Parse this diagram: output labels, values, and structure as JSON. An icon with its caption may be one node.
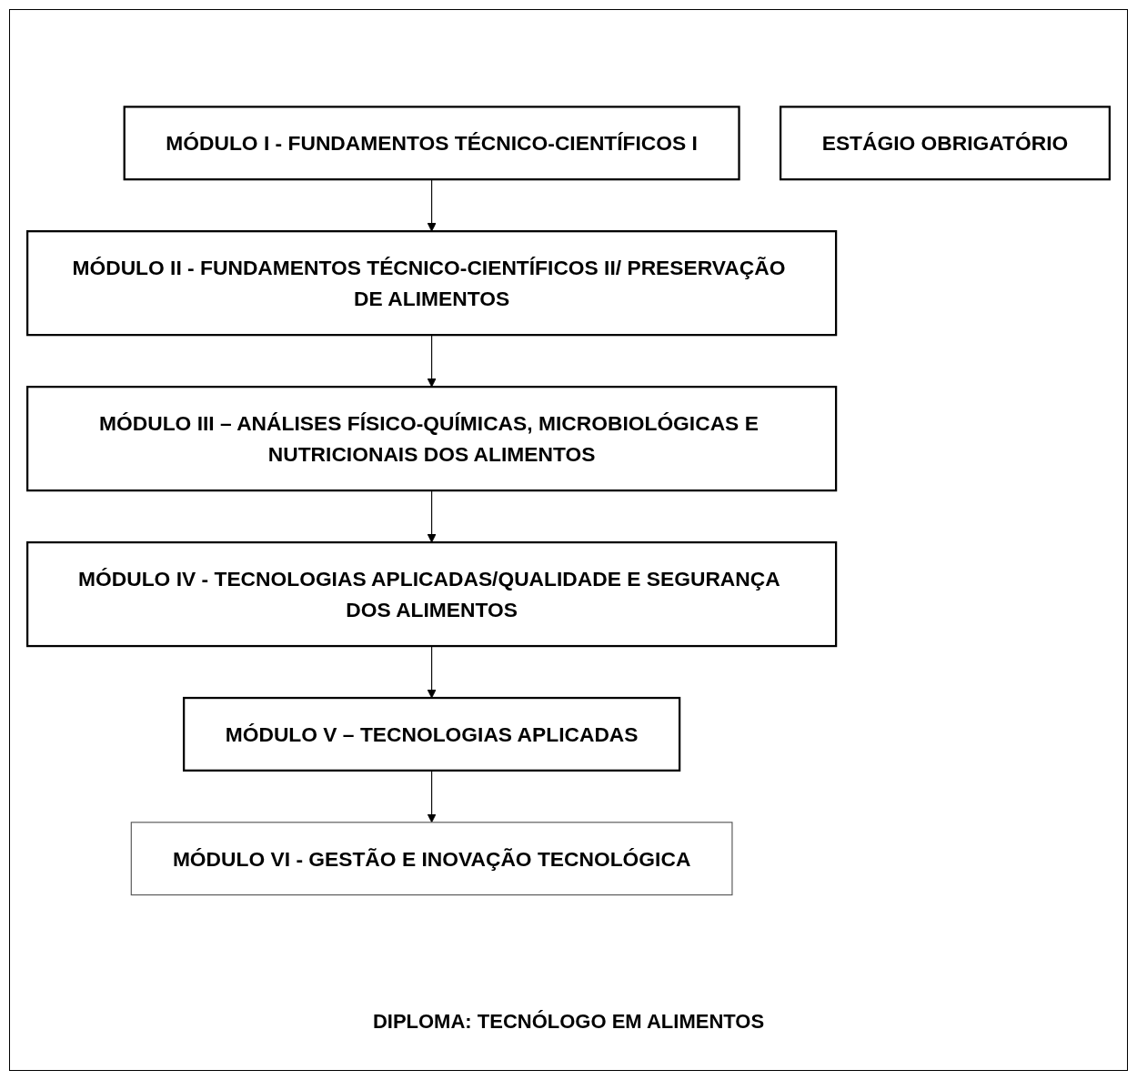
{
  "diagram": {
    "nodes": [
      {
        "text": [
          "MÓDULO I - FUNDAMENTOS TÉCNICO-CIENTÍFICOS I"
        ]
      },
      {
        "text": [
          "MÓDULO II - FUNDAMENTOS TÉCNICO-CIENTÍFICOS II/ PRESERVAÇÃO DE ALIMENTOS"
        ]
      },
      {
        "text": [
          "MÓDULO III – ANÁLISES FÍSICO-QUÍMICAS, MICROBIOLÓGICAS E NUTRICIONAIS DOS ALIMENTOS"
        ]
      },
      {
        "text": [
          "ESTÁGIO OBRIGATÓRIO"
        ]
      },
      {
        "text": [
          "MÓDULO IV - TECNOLOGIAS APLICADAS/QUALIDADE E SEGURANÇA DOS ALIMENTOS"
        ]
      },
      {
        "text": [
          "MÓDULO V – TECNOLOGIAS APLICADAS"
        ]
      },
      {
        "text": [
          "MÓDULO VI - GESTÃO E INOVAÇÃO TECNOLÓGICA"
        ]
      }
    ],
    "edges": [
      {
        "from": 0,
        "to": 1,
        "arrow": "to"
      },
      {
        "from": 1,
        "to": 2,
        "arrow": "to"
      },
      {
        "from": 2,
        "to": 4,
        "arrow": "to"
      },
      {
        "from": 4,
        "to": 5,
        "arrow": "to"
      },
      {
        "from": 5,
        "to": 6,
        "arrow": "to"
      }
    ],
    "labels": [
      "DIPLOMA: TECNÓLOGO EM ALIMENTOS"
    ]
  }
}
